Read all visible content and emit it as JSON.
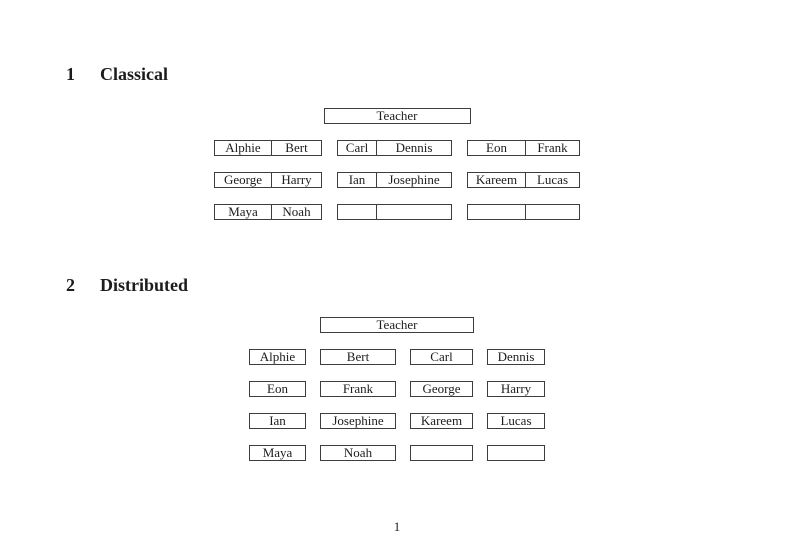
{
  "colors": {
    "text": "#1c1c1c",
    "border": "#3d3d3d",
    "background": "#ffffff"
  },
  "page_number": "1",
  "section1": {
    "number": "1",
    "title": "Classical"
  },
  "section2": {
    "number": "2",
    "title": "Distributed"
  },
  "classical": {
    "teacher_label": "Teacher",
    "stacks": [
      {
        "rows": [
          [
            "Alphie",
            "Bert"
          ],
          [
            "George",
            "Harry"
          ],
          [
            "Maya",
            "Noah"
          ]
        ]
      },
      {
        "rows": [
          [
            "Carl",
            "Dennis"
          ],
          [
            "Ian",
            "Josephine"
          ],
          [
            "",
            ""
          ]
        ]
      },
      {
        "rows": [
          [
            "Eon",
            "Frank"
          ],
          [
            "Kareem",
            "Lucas"
          ],
          [
            "",
            ""
          ]
        ]
      }
    ]
  },
  "distributed": {
    "teacher_label": "Teacher",
    "rows": [
      [
        "Alphie",
        "Bert",
        "Carl",
        "Dennis"
      ],
      [
        "Eon",
        "Frank",
        "George",
        "Harry"
      ],
      [
        "Ian",
        "Josephine",
        "Kareem",
        "Lucas"
      ],
      [
        "Maya",
        "Noah",
        "",
        ""
      ]
    ]
  }
}
